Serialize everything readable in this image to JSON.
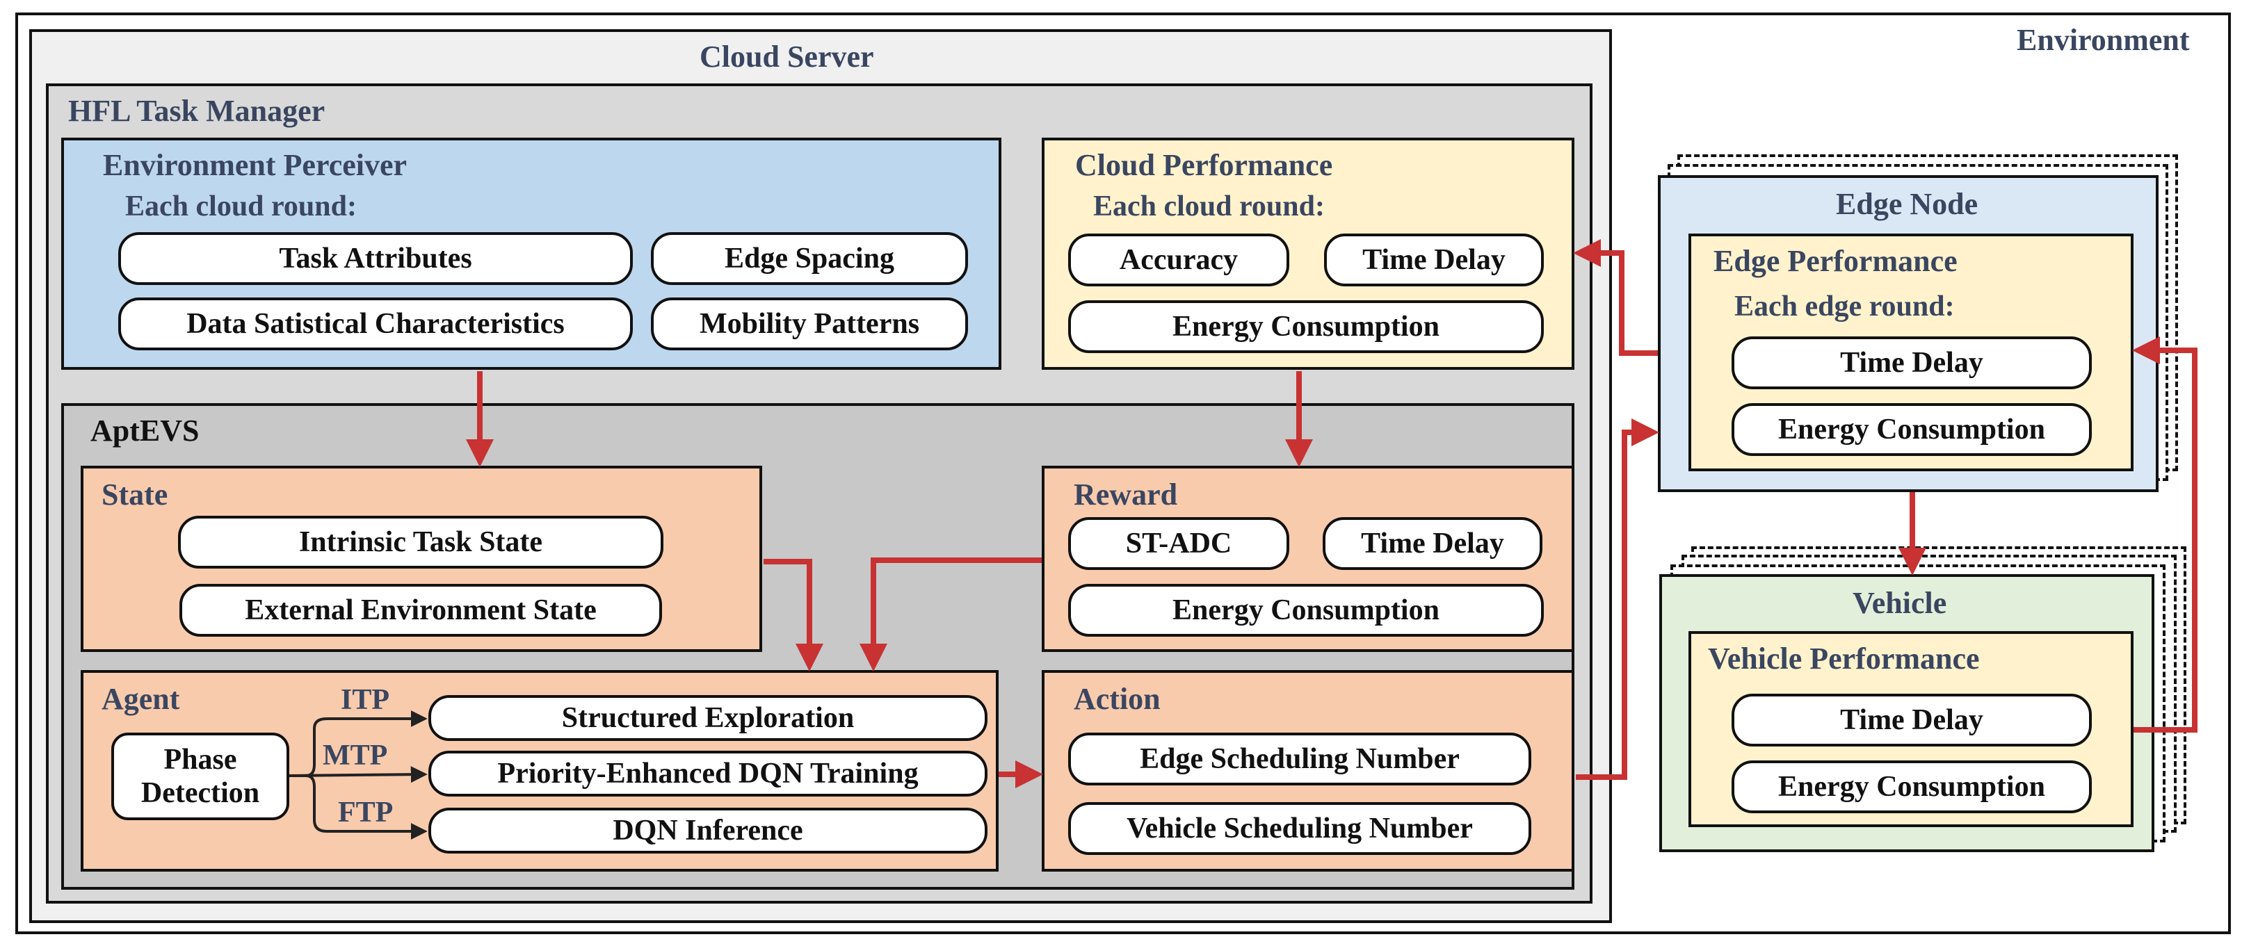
{
  "environment": {
    "title": "Environment"
  },
  "cloud_server": {
    "title": "Cloud Server",
    "task_manager": {
      "title": "HFL Task Manager",
      "environment_perceiver": {
        "title": "Environment Perceiver",
        "subtitle": "Each cloud round:",
        "items": [
          "Task Attributes",
          "Edge Spacing",
          "Data Satistical Characteristics",
          "Mobility Patterns"
        ]
      },
      "cloud_performance": {
        "title": "Cloud Performance",
        "subtitle": "Each cloud round:",
        "items": [
          "Accuracy",
          "Time Delay",
          "Energy Consumption"
        ]
      },
      "aptevs": {
        "title": "AptEVS",
        "state": {
          "title": "State",
          "items": [
            "Intrinsic Task State",
            "External Environment State"
          ]
        },
        "reward": {
          "title": "Reward",
          "items": [
            "ST-ADC",
            "Time Delay",
            "Energy Consumption"
          ]
        },
        "agent": {
          "title": "Agent",
          "phase_detection": [
            "Phase",
            "Detection"
          ],
          "branches": [
            {
              "label": "ITP",
              "target": "Structured Exploration"
            },
            {
              "label": "MTP",
              "target": "Priority-Enhanced DQN Training"
            },
            {
              "label": "FTP",
              "target": "DQN Inference"
            }
          ]
        },
        "action": {
          "title": "Action",
          "items": [
            "Edge Scheduling Number",
            "Vehicle Scheduling Number"
          ]
        }
      }
    }
  },
  "edge_node": {
    "title": "Edge Node",
    "performance": {
      "title": "Edge Performance",
      "subtitle": "Each edge round:",
      "items": [
        "Time Delay",
        "Energy Consumption"
      ]
    }
  },
  "vehicle": {
    "title": "Vehicle",
    "performance": {
      "title": "Vehicle Performance",
      "items": [
        "Time Delay",
        "Energy Consumption"
      ]
    }
  },
  "colors": {
    "arrow": "#c83232",
    "perceiver": "#bdd7ee",
    "performance": "#fff2cc",
    "aptevs_parts": "#f8cbad",
    "edge_node": "#dae8f5",
    "vehicle": "#e2efda"
  }
}
